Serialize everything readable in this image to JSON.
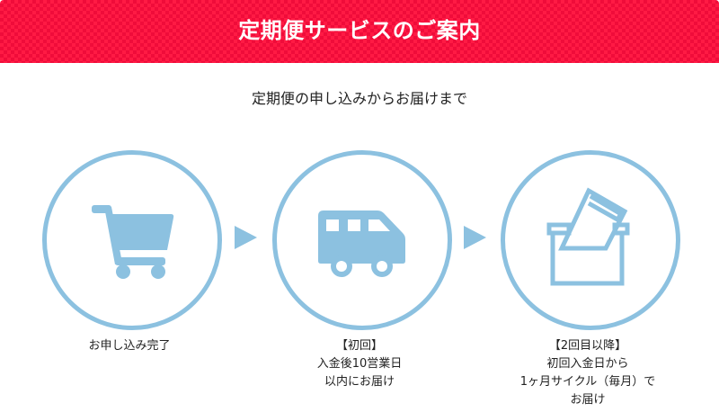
{
  "header": {
    "title": "定期便サービスのご案内",
    "background_color": "#ff1a44"
  },
  "subtitle": "定期便の申し込みからお届けまで",
  "accent_color": "#8cc1e0",
  "steps": [
    {
      "icon": "shopping-cart-icon",
      "lines": [
        "お申し込み完了"
      ]
    },
    {
      "icon": "van-icon",
      "lines": [
        "【初回】",
        "入金後10営業日",
        "以内にお届け"
      ]
    },
    {
      "icon": "mailbox-icon",
      "lines": [
        "【2回目以降】",
        "初回入金日から",
        "1ヶ月サイクル（毎月）で",
        "お届け"
      ]
    }
  ],
  "arrows": [
    "arrow-right-icon",
    "arrow-right-icon"
  ]
}
